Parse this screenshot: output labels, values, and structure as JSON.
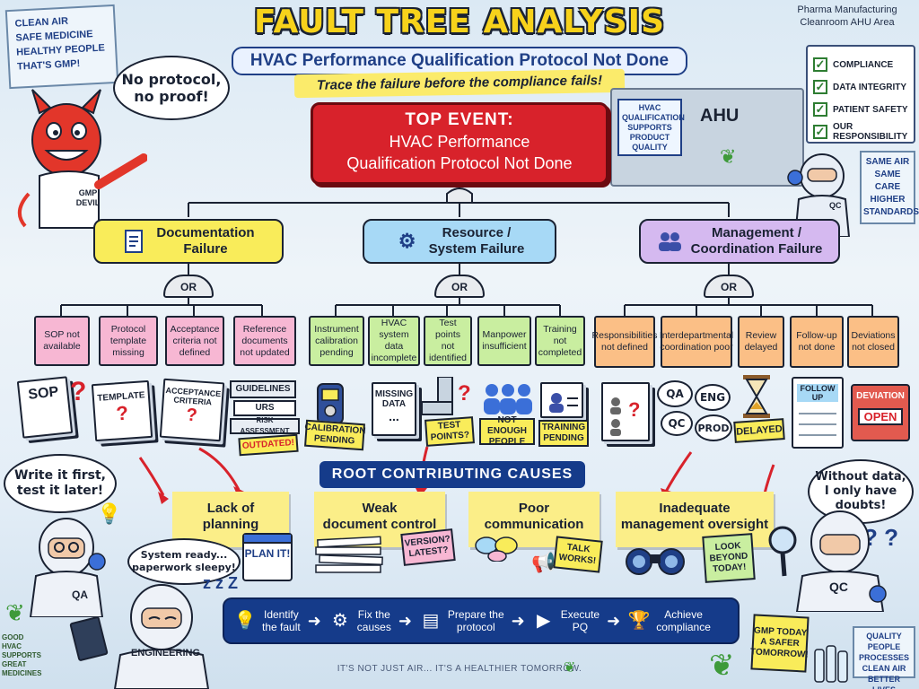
{
  "title": "FAULT TREE ANALYSIS",
  "subtitle": "HVAC Performance Qualification Protocol Not Done",
  "tagline": "Trace the failure before the compliance fails!",
  "area_label": "Pharma Manufacturing Cleanroom AHU Area",
  "gmp_board": [
    "CLEAN AIR",
    "SAFE MEDICINE",
    "HEALTHY PEOPLE",
    "THAT'S GMP!"
  ],
  "devil": {
    "speech_line1": "No protocol,",
    "speech_line2": "no proof!",
    "badge": "GMP DEVIL"
  },
  "checklist": [
    "COMPLIANCE",
    "DATA INTEGRITY",
    "PATIENT SAFETY",
    "OUR RESPONSIBILITY"
  ],
  "hvac_sign": "HVAC QUALIFICATION SUPPORTS PRODUCT QUALITY",
  "ahu_label": "AHU",
  "right_sign": "SAME AIR SAME CARE HIGHER STANDARDS",
  "qc_badge": "QC",
  "top_event": {
    "head": "TOP EVENT:",
    "body_line1": "HVAC Performance",
    "body_line2": "Qualification Protocol Not Done"
  },
  "categories": [
    {
      "line1": "Documentation",
      "line2": "Failure",
      "color": "#f9ec5a",
      "icon": "document-icon"
    },
    {
      "line1": "Resource /",
      "line2": "System Failure",
      "color": "#a7d9f6",
      "icon": "gears-icon"
    },
    {
      "line1": "Management /",
      "line2": "Coordination Failure",
      "color": "#d5b9f0",
      "icon": "people-icon"
    }
  ],
  "or_label": "OR",
  "doc_leaves": [
    "SOP not available",
    "Protocol template missing",
    "Acceptance criteria not defined",
    "Reference documents not updated"
  ],
  "res_leaves": [
    "Instrument calibration pending",
    "HVAC system data incomplete",
    "Test points not identified",
    "Manpower insufficient",
    "Training not completed"
  ],
  "mgmt_leaves": [
    "Responsibilities not defined",
    "Interdepartmental coordination poor",
    "Review delayed",
    "Follow-up not done",
    "Deviations not closed"
  ],
  "doc_icons": {
    "sop": "SOP",
    "template": "TEMPLATE",
    "acceptance_line1": "ACCEPTANCE",
    "acceptance_line2": "CRITERIA",
    "guidelines": "GUIDELINES",
    "urs": "URS",
    "risk": "RISK ASSESSMENT",
    "outdated": "OUTDATED!"
  },
  "res_icons": {
    "calibration": "CALIBRATION PENDING",
    "missing_data_line1": "MISSING",
    "missing_data_line2": "DATA",
    "test_points": "TEST POINTS?",
    "not_enough": "NOT ENOUGH PEOPLE",
    "training": "TRAINING PENDING"
  },
  "mgmt_icons": {
    "qa": "QA",
    "eng": "ENG",
    "qc": "QC",
    "prod": "PROD",
    "delayed": "DELAYED",
    "follow_up": "FOLLOW UP",
    "deviation": "DEVIATION",
    "open": "OPEN"
  },
  "root_banner": "ROOT CONTRIBUTING CAUSES",
  "causes": [
    {
      "line1": "Lack of",
      "line2": "planning"
    },
    {
      "line1": "Weak",
      "line2": "document control"
    },
    {
      "line1": "Poor",
      "line2": "communication"
    },
    {
      "line1": "Inadequate",
      "line2": "management oversight"
    }
  ],
  "cause_stickers": {
    "plan": "PLAN IT!",
    "version": "VERSION? LATEST?",
    "talk": "TALK WORKS!",
    "look": "LOOK BEYOND TODAY!"
  },
  "left_bubble": {
    "line1": "Write it first,",
    "line2": "test it later!"
  },
  "eng_bubble": {
    "line1": "System ready...",
    "line2": "paperwork sleepy!"
  },
  "right_bubble": {
    "line1": "Without data,",
    "line2": "I only have",
    "line3": "doubts!"
  },
  "person_labels": {
    "qa": "QA",
    "engineering": "ENGINEERING",
    "qc": "QC"
  },
  "steps": [
    {
      "line1": "Identify",
      "line2": "the fault",
      "icon": "lightbulb-icon"
    },
    {
      "line1": "Fix the",
      "line2": "causes",
      "icon": "gear-icon"
    },
    {
      "line1": "Prepare the",
      "line2": "protocol",
      "icon": "document-icon"
    },
    {
      "line1": "Execute",
      "line2": "PQ",
      "icon": "play-icon"
    },
    {
      "line1": "Achieve",
      "line2": "compliance",
      "icon": "trophy-icon"
    }
  ],
  "bottom_left_sign": "GOOD HVAC SUPPORTS GREAT MEDICINES",
  "bottom_right_note": "GMP TODAY A SAFER TOMORROW!",
  "bottom_right_sign": "QUALITY PEOPLE PROCESSES CLEAN AIR BETTER LIVES",
  "footer": "IT'S NOT JUST AIR... IT'S A HEALTHIER TOMORROW.",
  "colors": {
    "top_event": "#d8222b",
    "banner": "#153b8a",
    "title": "#f7d21b"
  }
}
